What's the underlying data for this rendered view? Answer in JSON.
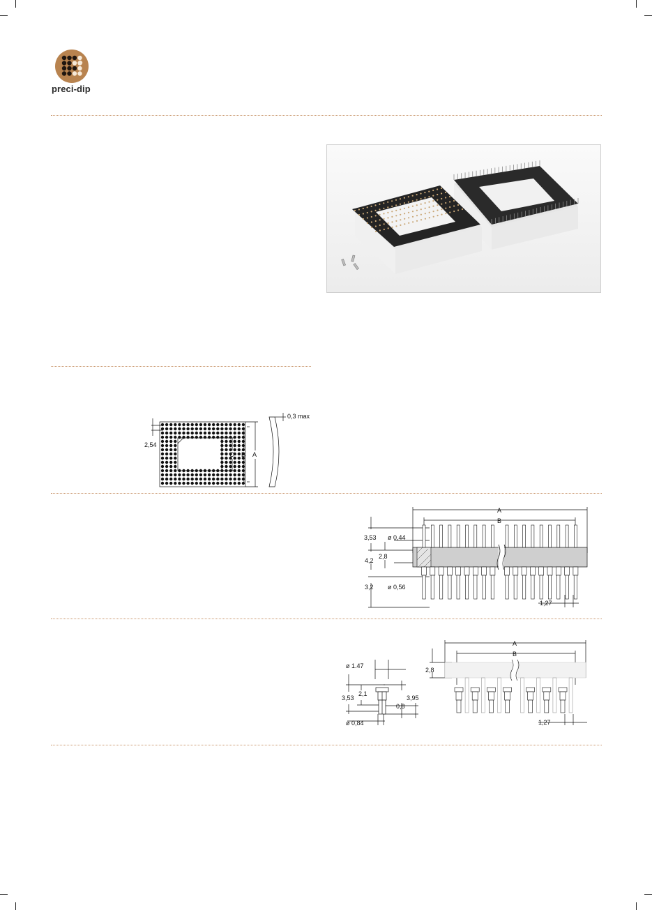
{
  "brand": {
    "name": "preci-dip"
  },
  "drawing_grid": {
    "pitch_label": "2,54",
    "labels": [
      "C",
      "B",
      "A"
    ]
  },
  "drawing_warp": {
    "label": "0,3 max"
  },
  "drawing_side": {
    "A": "A",
    "B": "B",
    "h1": "3,53",
    "d1": "ø 0,44",
    "h2": "4,2",
    "h3": "2,8",
    "h4": "3,2",
    "d2": "ø 0,56",
    "pitch": "1,27"
  },
  "drawing_pin": {
    "d1": "ø 1.47",
    "h1": "3,53",
    "h2": "2,1",
    "h3": "3,95",
    "h4": "0,8",
    "d2": "ø 0,84",
    "A": "A",
    "B": "B",
    "h5": "2,8",
    "pitch": "1,27"
  },
  "colors": {
    "accent": "#c8956a",
    "logo": "#b8834f"
  }
}
